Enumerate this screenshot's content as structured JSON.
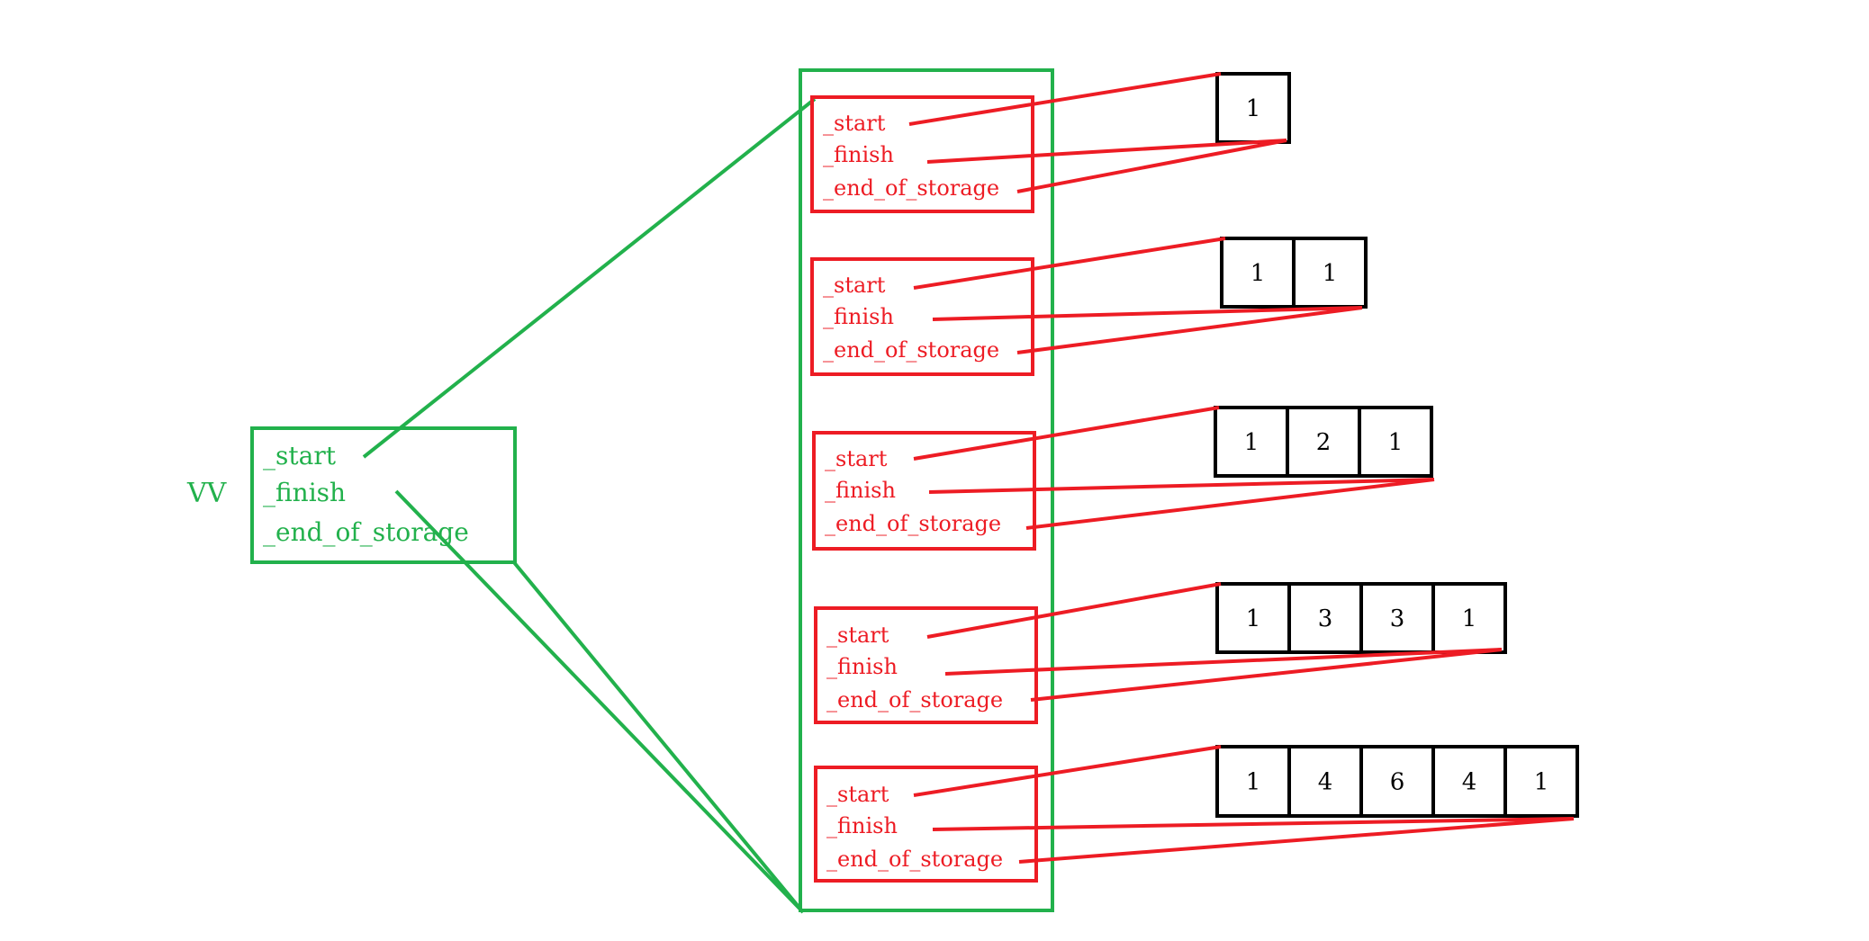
{
  "outer": {
    "label": "VV",
    "fields": [
      "_start",
      "_finish",
      "_end_of_storage"
    ]
  },
  "rows": [
    {
      "fields": [
        "_start",
        "_finish",
        "_end_of_storage"
      ],
      "cells": [
        "1"
      ]
    },
    {
      "fields": [
        "_start",
        "_finish",
        "_end_of_storage"
      ],
      "cells": [
        "1",
        "1"
      ]
    },
    {
      "fields": [
        "_start",
        "_finish",
        "_end_of_storage"
      ],
      "cells": [
        "1",
        "2",
        "1"
      ]
    },
    {
      "fields": [
        "_start",
        "_finish",
        "_end_of_storage"
      ],
      "cells": [
        "1",
        "3",
        "3",
        "1"
      ]
    },
    {
      "fields": [
        "_start",
        "_finish",
        "_end_of_storage"
      ],
      "cells": [
        "1",
        "4",
        "6",
        "4",
        "1"
      ]
    }
  ],
  "colors": {
    "outer": "#22b14c",
    "inner": "#ed1c24",
    "cells": "#000000"
  }
}
